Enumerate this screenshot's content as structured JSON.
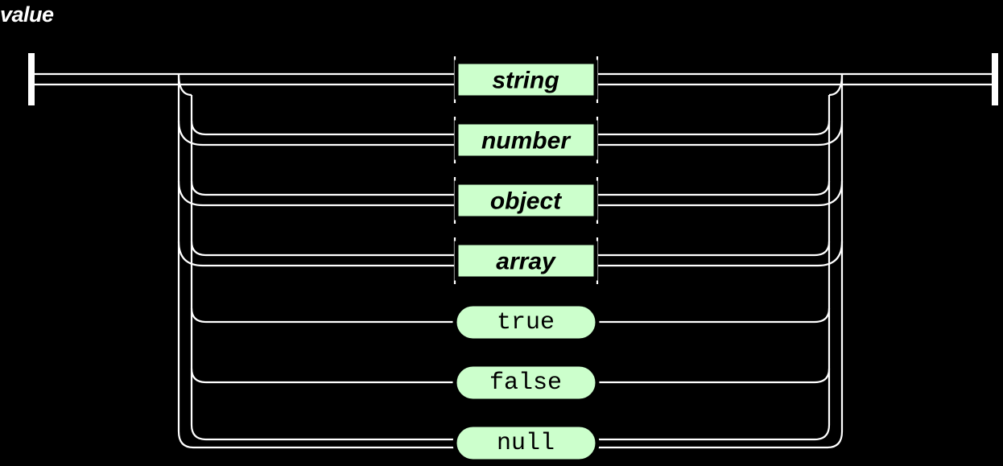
{
  "diagram": {
    "kind": "railroad-syntax-diagram",
    "title": "value",
    "background_color": "#000000",
    "rail_color": "#ffffff",
    "node_fill_color": "#ccffcc",
    "node_border_color": "#000000",
    "node_text_color": "#000000",
    "start_marker": "start-bar",
    "end_marker": "end-bar",
    "alternatives": [
      {
        "label": "string",
        "shape": "rectangle",
        "kind": "nonterminal",
        "row": 1
      },
      {
        "label": "number",
        "shape": "rectangle",
        "kind": "nonterminal",
        "row": 2
      },
      {
        "label": "object",
        "shape": "rectangle",
        "kind": "nonterminal",
        "row": 3
      },
      {
        "label": "array",
        "shape": "rectangle",
        "kind": "nonterminal",
        "row": 4
      },
      {
        "label": "true",
        "shape": "stadium",
        "kind": "terminal",
        "row": 5
      },
      {
        "label": "false",
        "shape": "stadium",
        "kind": "terminal",
        "row": 6
      },
      {
        "label": "null",
        "shape": "stadium",
        "kind": "terminal",
        "row": 7
      }
    ]
  }
}
